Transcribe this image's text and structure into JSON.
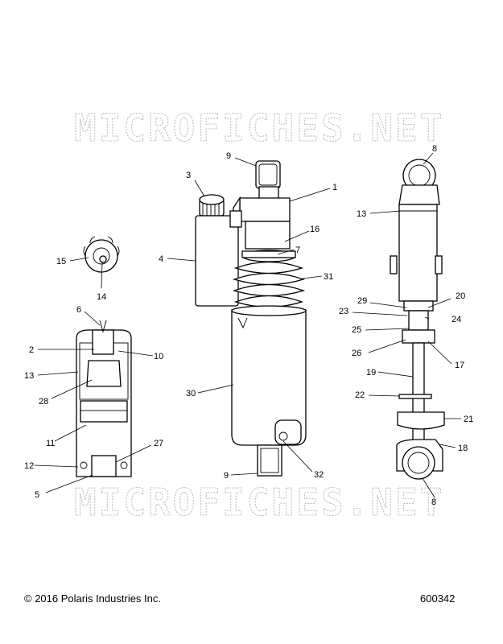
{
  "watermark": "MICROFICHES.NET",
  "footer": {
    "copyright": "© 2016 Polaris Industries Inc.",
    "drawing_number": "600342"
  },
  "callouts": [
    "1",
    "2",
    "3",
    "4",
    "5",
    "6",
    "7",
    "8",
    "9",
    "10",
    "11",
    "12",
    "13",
    "14",
    "15",
    "16",
    "17",
    "18",
    "19",
    "20",
    "21",
    "22",
    "23",
    "24",
    "25",
    "26",
    "27",
    "28",
    "29",
    "30",
    "31",
    "32"
  ]
}
